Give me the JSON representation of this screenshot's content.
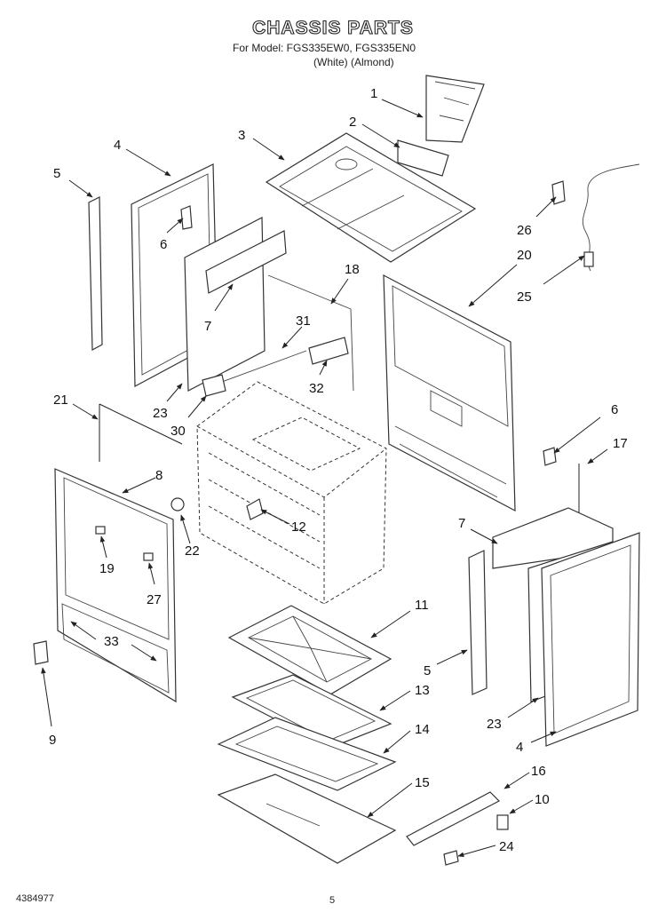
{
  "header": {
    "title": "CHASSIS PARTS",
    "model_line": "For Model: FGS335EW0, FGS335EN0",
    "color_line": "(White)    (Almond)"
  },
  "footer": {
    "doc_number": "4384977",
    "page_number": "5"
  },
  "callouts": [
    "1",
    "2",
    "3",
    "4",
    "5",
    "6",
    "7",
    "8",
    "9",
    "10",
    "11",
    "12",
    "13",
    "14",
    "15",
    "16",
    "17",
    "18",
    "19",
    "20",
    "21",
    "22",
    "23",
    "24",
    "25",
    "26",
    "27",
    "30",
    "31",
    "32",
    "33"
  ]
}
